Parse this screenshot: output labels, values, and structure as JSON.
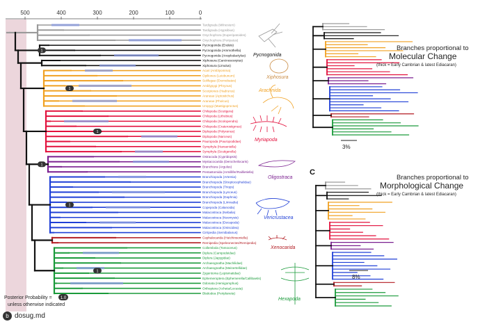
{
  "axis": {
    "ticks": [
      "500",
      "400",
      "300",
      "200",
      "100",
      "0"
    ]
  },
  "node_labels": [
    "1",
    "1",
    "1",
    "1",
    "1",
    "1"
  ],
  "groups": {
    "pycnogonida": "Pycnogonida",
    "xiphosura": "Xiphosura",
    "arachnida": "Arachnida",
    "myriapoda": "Myriapoda",
    "oligostraca": "Oligostraca",
    "vericrustacea": "Vericrustacea",
    "xenocarida": "Xenocarida",
    "hexapoda": "Hexapoda"
  },
  "taxa": {
    "outgroup": [
      "Tardigrada (Milnesium)",
      "Tardigrada (Hypsibius)",
      "Onychophora (Euperipatoides)",
      "Onychophora (Peripatus)"
    ],
    "pycnogonida": [
      "Pycnogonida (Endeis)",
      "Pycnogonida (Ammothella)",
      "Pycnogonida (Anoplodactylus)"
    ],
    "xiphosura": [
      "Xiphosura (Carcinoscorpius)",
      "Xiphosura (Limulus)"
    ],
    "arachnida": [
      "Acari (Amblyomma)",
      "Opiliones (Leiobunum)",
      "Solifugae (Eremobates)",
      "Amblypygi (Phrynus)",
      "Scorpiones (Hadrurus)",
      "Araneae (Aptostichus)",
      "Araneae (Pholcus)",
      "Uropygi (Mastigoproctus)"
    ],
    "myriapoda": [
      "Chilopoda (Scutigera)",
      "Chilopoda (Lithobius)",
      "Chilopoda (Scolopendra)",
      "Chilopoda (Craterostigmus)",
      "Diplopoda (Polyxenus)",
      "Diplopoda (Narceus)",
      "Pauropoda (Pauropodidae)",
      "Symphyla (Hanseniella)",
      "Symphyla (Scutigerella)"
    ],
    "oligostraca": [
      "Ostracoda (Cypridopsis)",
      "Mystacocarida (Derocheilocaris)",
      "Branchiura (Argulus)",
      "Pentastomida (Armillifer/Raillietiella)"
    ],
    "vericrustacea": [
      "Branchiopoda (Artemia)",
      "Branchiopoda (Streptocephalidae)",
      "Branchiopoda (Triops)",
      "Branchiopoda (Lynceus)",
      "Branchiopoda (Daphnia)",
      "Branchiopoda (Limnadia)",
      "Copepoda (Calanoida)",
      "Malacostraca (Nebalia)",
      "Malacostraca (Neomysis)",
      "Malacostraca (Decapoda)",
      "Malacostraca (Oniscidea)",
      "Cirripedia (Semibalanus)"
    ],
    "xenocarida": [
      "Cephalocarida (Hutchinsoniella)",
      "Remipedia (Speleonectes/Remipedia)"
    ],
    "hexapoda": [
      "Collembola (Tomocerus)",
      "Diplura (Campodeidae)",
      "Diplura (Japygidae)",
      "Archaeognatha (Machilidae)",
      "Archaeognatha (Meinertellidae)",
      "Zygentoma (Lepismatidae)",
      "Ephemeroptera (Ephemerella/Callibaetis)",
      "Odonata (Hemigomphus)",
      "Orthoptera (Acheta/Locusta)",
      "Blattodea (Periplaneta)"
    ]
  },
  "legend": {
    "posterior_line1": "Posterior Probability =",
    "posterior_badge": "1.0",
    "posterior_line2": "unless otherwise indicated"
  },
  "panel_b": {
    "line1": "Branches proportional to",
    "line2": "Molecular Change",
    "line3": "(thick = Early Cambrian & latest Ediacaran)",
    "scale": "3%"
  },
  "panel_c": {
    "letter": "C",
    "line1": "Branches proportional to",
    "line2": "Morphological Change",
    "line3": "(thick = Early Cambrian & latest Ediacaran)",
    "scale": "8%"
  },
  "watermark": {
    "text": "dosug.md",
    "icon": "b-logo"
  },
  "colors": {
    "outgroup": "#9a9a9a",
    "pycnogonida": "#111111",
    "arachnida": "#f0a020",
    "myriapoda": "#e2103c",
    "oligostraca": "#7a1f8f",
    "vericrustacea": "#1f3fd6",
    "xenocarida": "#b21a20",
    "hexapoda": "#1a9a3a",
    "shade": "#ecd6dc",
    "ci_bar": "#8a9be0"
  }
}
